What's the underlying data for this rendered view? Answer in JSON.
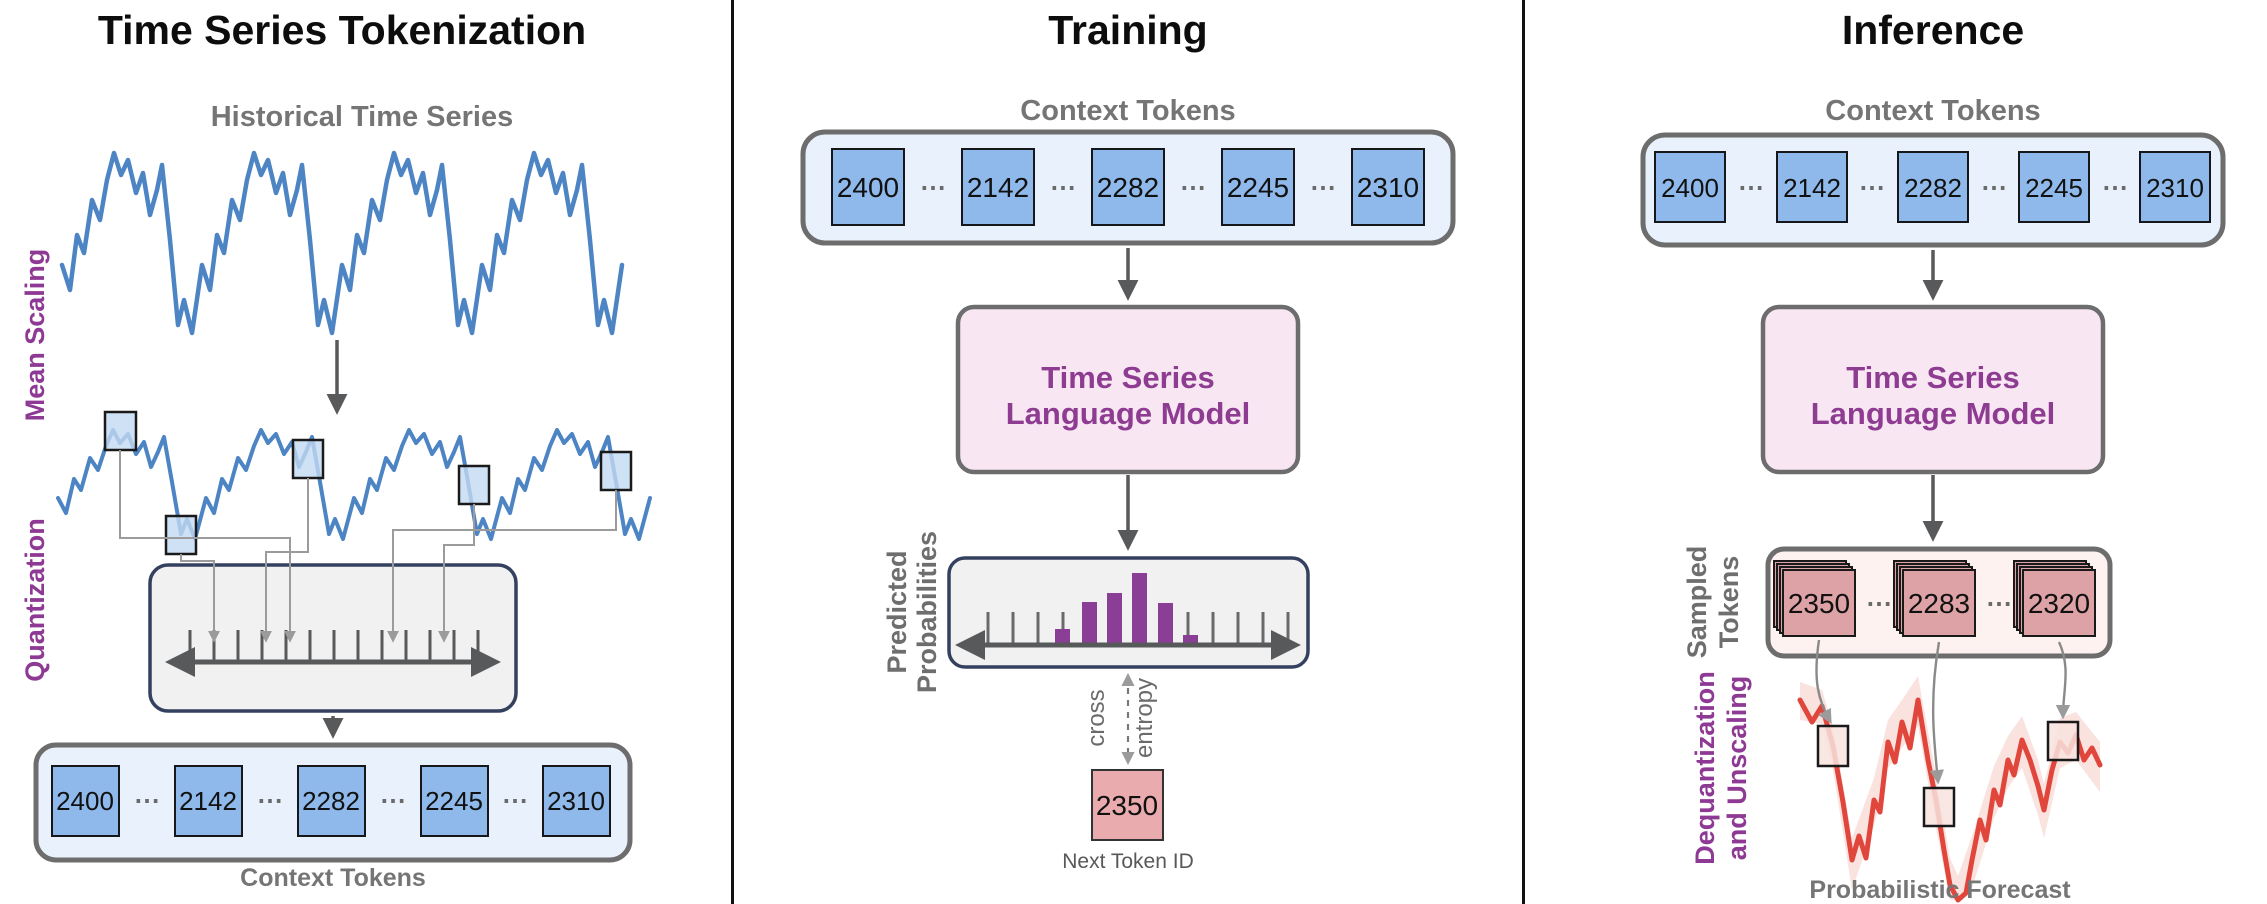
{
  "colors": {
    "series_blue": "#4c84c4",
    "token_blue": "#8fb9ea",
    "token_container_blue": "#e9f1fc",
    "purple_label": "#8e3a94",
    "model_box_pink": "#f8e7f3",
    "model_text_purple": "#8e3c92",
    "histogram_purple": "#8b3e95",
    "next_token_pink": "#e9abae",
    "sampled_card_pink": "#dda2a6",
    "sampled_container_pink": "#fdf2f0",
    "forecast_red": "#e0463b",
    "gray_label": "#757575",
    "box_fill_gray": "#f1f1f2",
    "box_border_navy": "#34415e"
  },
  "tokens": {
    "context": [
      "2400",
      "2142",
      "2282",
      "2245",
      "2310"
    ],
    "sampled": [
      "2350",
      "2283",
      "2320"
    ],
    "ellipsis": "⋯"
  },
  "tokenization": {
    "title": "Time Series Tokenization",
    "series_label": "Historical Time Series",
    "mean_scaling_label": "Mean Scaling",
    "quantization_label": "Quantization",
    "context_tokens_label": "Context Tokens"
  },
  "training": {
    "title": "Training",
    "context_tokens_label": "Context Tokens",
    "model_name_line1": "Time Series",
    "model_name_line2": "Language Model",
    "predicted_label_line1": "Predicted",
    "predicted_label_line2": "Probabilities",
    "loss_label_line1": "cross",
    "loss_label_line2": "entropy",
    "next_token_id": "2350",
    "next_token_label": "Next Token ID"
  },
  "inference": {
    "title": "Inference",
    "context_tokens_label": "Context Tokens",
    "model_name_line1": "Time Series",
    "model_name_line2": "Language Model",
    "sampled_label_line1": "Sampled",
    "sampled_label_line2": "Tokens",
    "dequant_label_line1": "Dequantization",
    "dequant_label_line2": "and Unscaling",
    "forecast_label": "Probabilistic Forecast"
  }
}
